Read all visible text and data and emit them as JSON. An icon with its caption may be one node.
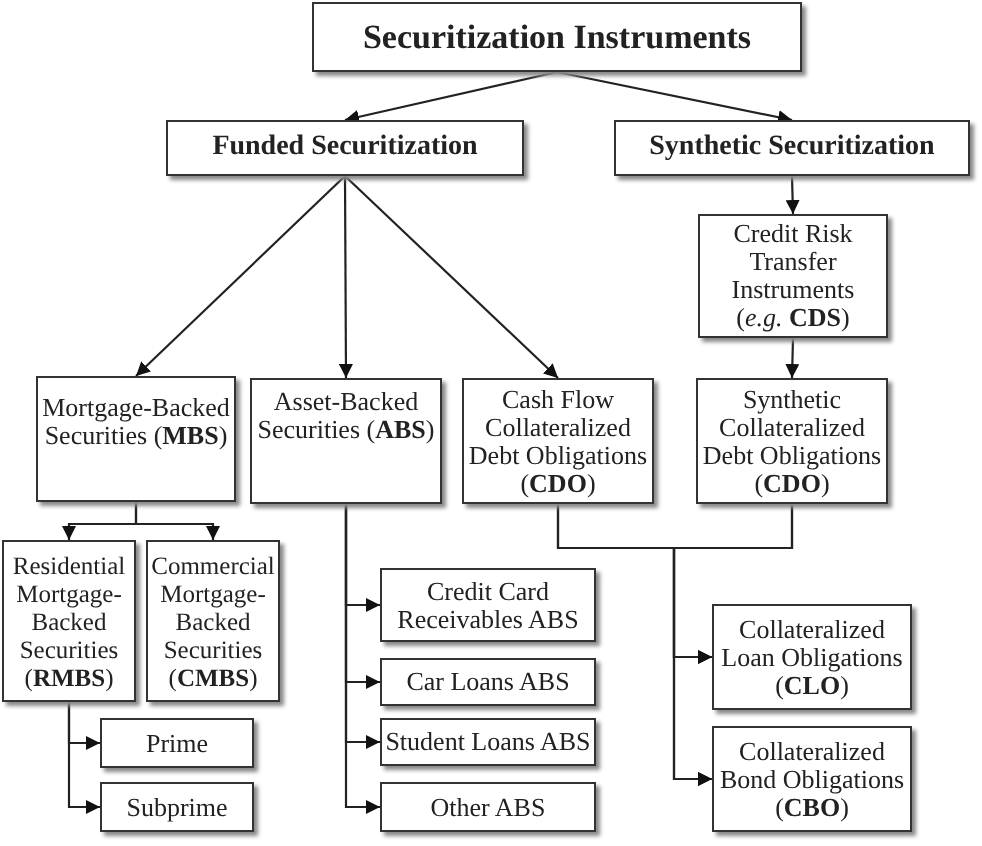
{
  "diagram": {
    "nodes": [
      {
        "text": [
          "Securitization Instruments"
        ]
      },
      {
        "text": [
          "Funded Securitization"
        ]
      },
      {
        "text": [
          "Synthetic Securitization"
        ]
      },
      {
        "text": [
          "Credit Risk Transfer Instruments (*e.g.* **CDS**)"
        ]
      },
      {
        "text": [
          "Mortgage-Backed Securities (**MBS**)"
        ]
      },
      {
        "text": [
          "Asset-Backed Securities (**ABS**)"
        ]
      },
      {
        "text": [
          "Cash Flow Collateralized Debt Obligations (**CDO**)"
        ]
      },
      {
        "text": [
          "Synthetic Collateralized Debt Obligations (**CDO**)"
        ]
      },
      {
        "text": [
          "Residential Mortgage-Backed Securities (**RMBS**)"
        ]
      },
      {
        "text": [
          "Commercial Mortgage-Backed Securities (**CMBS**)"
        ]
      },
      {
        "text": [
          "Prime"
        ]
      },
      {
        "text": [
          "Subprime"
        ]
      },
      {
        "text": [
          "Credit Card Receivables ABS"
        ]
      },
      {
        "text": [
          "Car Loans ABS"
        ]
      },
      {
        "text": [
          "Student Loans ABS"
        ]
      },
      {
        "text": [
          "Other ABS"
        ]
      },
      {
        "text": [
          "Collateralized Loan Obligations (**CLO**)"
        ]
      },
      {
        "text": [
          "Collateralized Bond Obligations (**CBO**)"
        ]
      }
    ],
    "edges": [
      {
        "from": 0,
        "to": 1,
        "arrow": "to"
      },
      {
        "from": 0,
        "to": 2,
        "arrow": "to"
      },
      {
        "from": 1,
        "to": 4,
        "arrow": "to"
      },
      {
        "from": 1,
        "to": 5,
        "arrow": "to"
      },
      {
        "from": 1,
        "to": 6,
        "arrow": "to"
      },
      {
        "from": 2,
        "to": 3,
        "arrow": "to"
      },
      {
        "from": 3,
        "to": 7,
        "arrow": "to"
      },
      {
        "from": 4,
        "to": 8,
        "arrow": "to"
      },
      {
        "from": 4,
        "to": 9,
        "arrow": "to"
      },
      {
        "from": 8,
        "to": 10,
        "arrow": "to"
      },
      {
        "from": 8,
        "to": 11,
        "arrow": "to"
      },
      {
        "from": 5,
        "to": 12,
        "arrow": "to"
      },
      {
        "from": 5,
        "to": 13,
        "arrow": "to"
      },
      {
        "from": 5,
        "to": 14,
        "arrow": "to"
      },
      {
        "from": 5,
        "to": 15,
        "arrow": "to"
      },
      {
        "from": 6,
        "to": 16,
        "arrow": "to"
      },
      {
        "from": 6,
        "to": 17,
        "arrow": "to"
      },
      {
        "from": 7,
        "to": 16,
        "arrow": "to"
      },
      {
        "from": 7,
        "to": 17,
        "arrow": "to"
      }
    ]
  }
}
